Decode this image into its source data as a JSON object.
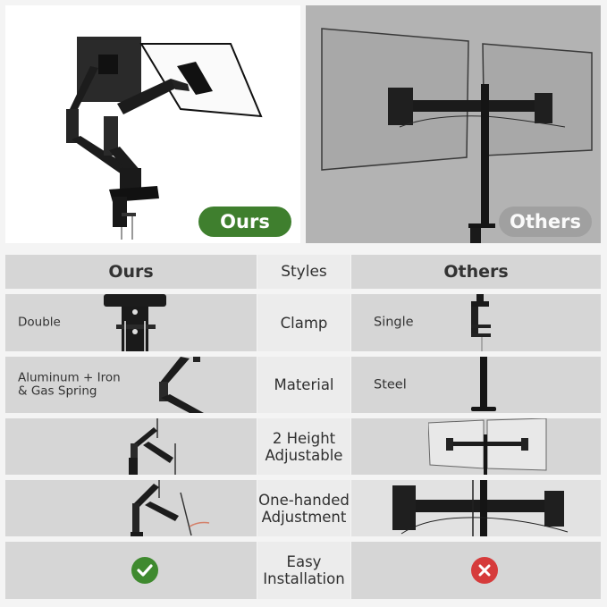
{
  "top_panels": {
    "ours": {
      "badge_label": "Ours",
      "badge_color": "#3f7f2e",
      "background": "#ffffff"
    },
    "others": {
      "badge_label": "Others",
      "badge_color": "#a0a0a0",
      "background": "#b3b3b3"
    }
  },
  "comparison_table": {
    "header": {
      "ours": "Ours",
      "middle": "Styles",
      "others": "Others"
    },
    "rows": [
      {
        "feature": "Clamp",
        "ours_text": "Double",
        "others_text": "Single",
        "ours_image": "double-clamp",
        "others_image": "single-clamp"
      },
      {
        "feature": "Material",
        "ours_text": "Aluminum + Iron & Gas Spring",
        "ours_text_line1": "Aluminum + Iron",
        "ours_text_line2": "& Gas Spring",
        "others_text": "Steel",
        "ours_image": "gas-spring-arm",
        "others_image": "steel-pole"
      },
      {
        "feature": "2 Height Adjustable",
        "feature_line1": "2 Height",
        "feature_line2": "Adjustable",
        "ours_image": "dual-arm-height",
        "others_image": "dual-monitor-crossbar"
      },
      {
        "feature": "One-handed Adjustment",
        "feature_line1": "One-handed",
        "feature_line2": "Adjustment",
        "ours_image": "arm-with-hand",
        "others_image": "crossbar-closeup"
      },
      {
        "feature": "Easy Installation",
        "feature_line1": "Easy",
        "feature_line2": "Installation",
        "ours_status": "check",
        "others_status": "cross",
        "check_color": "#3f8a2f",
        "cross_color": "#d63b3b"
      }
    ]
  },
  "colors": {
    "page_bg": "#f4f4f4",
    "cell_bg": "#d6d6d6",
    "middle_cell_bg": "#ececec",
    "text": "#2e2e2e"
  }
}
